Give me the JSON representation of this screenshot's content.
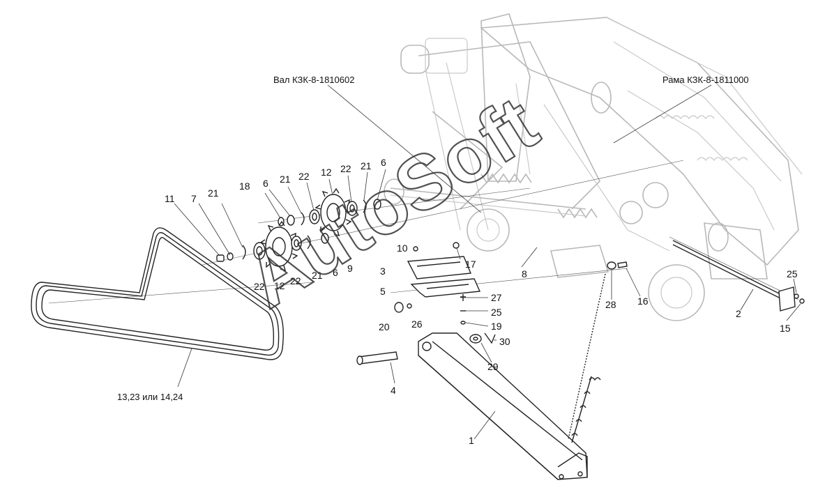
{
  "callouts": {
    "val": "Вал КЗК-8-1810602",
    "rama": "Рама КЗК-8-1811000",
    "belt": "13,23 или 14,24"
  },
  "labels": [
    "11",
    "7",
    "21",
    "18",
    "6",
    "21",
    "22",
    "12",
    "22",
    "21",
    "6",
    "10",
    "17",
    "3",
    "9",
    "6",
    "21",
    "22",
    "12",
    "22",
    "5",
    "8",
    "27",
    "25",
    "19",
    "20",
    "26",
    "30",
    "29",
    "4",
    "1",
    "28",
    "16",
    "2",
    "25",
    "15"
  ],
  "watermark": "AutoSoft"
}
